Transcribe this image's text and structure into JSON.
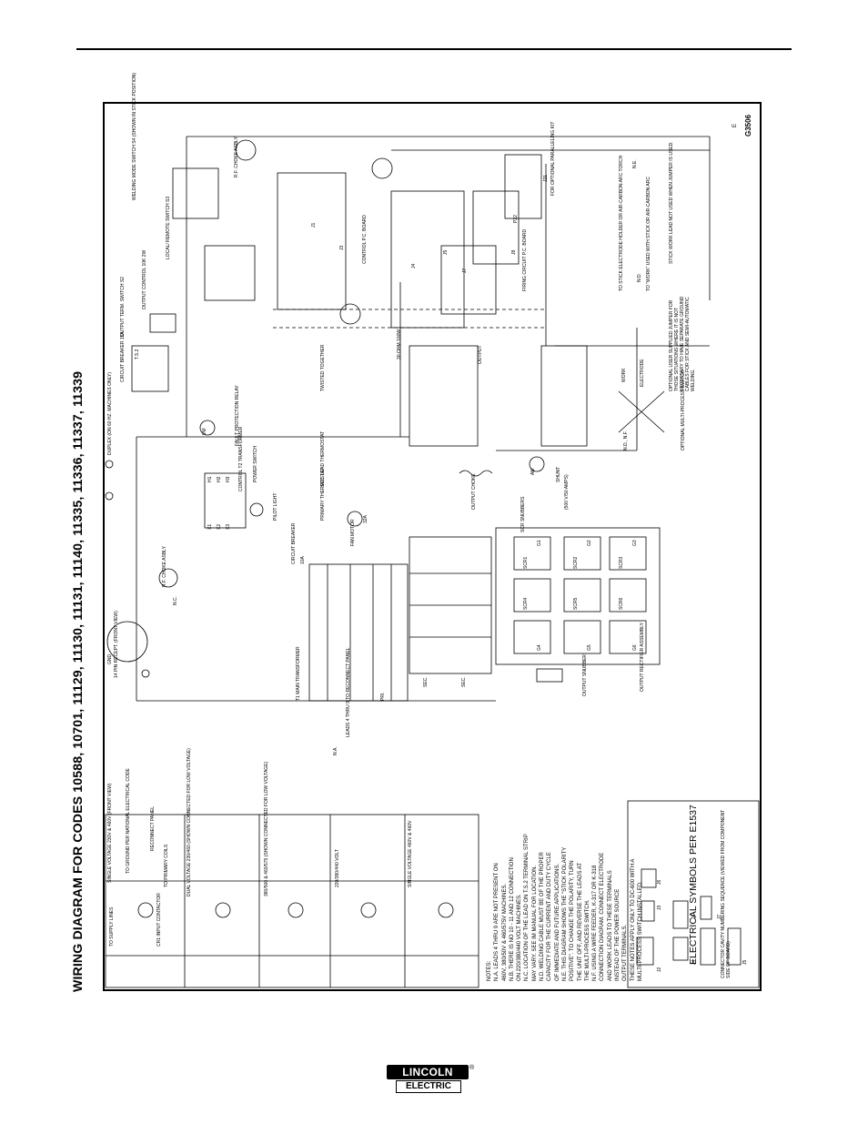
{
  "title": "WIRING DIAGRAM FOR CODES 10588, 10701, 11129, 11130, 11131, 11140, 11335, 11336, 11337, 11339",
  "drawing_number": "G3506",
  "revision": "E",
  "electrical_symbols": "ELECTRICAL SYMBOLS PER E1537",
  "notes": {
    "heading": "NOTES:",
    "items": [
      "N.A.  LEADS 4 THRU 9 ARE NOT PRESENT ON",
      "       460V, 380/50V & 460/575V MACHINES.",
      "N.B.  THERE IS NO 10 - 11 AND 12 CONNECTION",
      "       ON 220/380/440 VOLT MACHINES.",
      "N.C.  LOCATION OF THE LEAD ON T.S.2 TERMINAL STRIP",
      "       MAY VARY. SEE IM MANUAL FOR LOCATION.",
      "N.D.  WELDING CABLE MUST BE OF THE PROPER",
      "       CAPACITY FOR THE CURRENT AND DUTY CYCLE",
      "       OF IMMEDIATE AND FUTURE APPLICATIONS.",
      "N.E.  THIS DIAGRAM SHOWS THE \"STICK POLARITY",
      "       POSITIVE\". TO CHANGE THE POLARITY, TURN",
      "       THE UNIT OFF, AND REVERSE THE LEADS AT",
      "       THE MULTI-PROCESS SWITCH.",
      "N.F.  USING A WIRE FEEDER, K-317 OR K-318",
      "       CONNECTION DIAGRAM. CONNECT ELECTRODE",
      "       AND WORK LEADS TO THESE TERMINALS",
      "       INSTEAD OF THE POWER SOURCE",
      "       OUTPUT TERMINALS.",
      "THESE NOTES APPLY ONLY TO DC-600 WITH A",
      "MULTI-PROCESS SWITCH INSTALLED."
    ]
  },
  "connector_note": "CONNECTOR CAVITY NUMBERING SEQUENCE (VIEWED FROM COMPONENT SIDE OF BOARD)",
  "connector_labels": [
    "J2",
    "J3",
    "J6",
    "J4",
    "J1",
    "J7",
    "J5"
  ],
  "component_labels": [
    "14 PIN RECEPT. (FRONT VIEW)",
    "GND",
    "R.F. CHOKE ASBLY",
    "N.C.",
    "T1 MAIN TRANSFORMER",
    "LEADS 4 THRU 9 TO RECONNECT PANEL",
    "N.A.",
    "PRI.",
    "SEC.",
    "SEC.",
    "CIRCUIT BREAKER",
    "10A",
    "FAN MOTOR",
    "32A",
    "X1",
    "X2",
    "X3",
    "H1",
    "H2",
    "H3",
    "PILOT LIGHT",
    "PRIMARY THERMOSTAT",
    "CONTROL T2 TRANSFORMER",
    "POWER SWITCH",
    "SEC. LEAD THERMOSTAT",
    "FAULT PROTECTION RELAY",
    "DUPLEX (ON 60 HZ. MACHINES ONLY)",
    "CIRCUIT BREAKER 15A",
    "T.S.2",
    "OUTPUT TERM. SWITCH S2",
    "LOCAL/ REMOTE SWITCH S3",
    "OUTPUT CONTROL 10K 2W",
    "WELDING MODE SWITCH S4 (SHOWN IN STICK POSITION)",
    "R.F. CHOKE ASBLY",
    "CONTROL P.C. BOARD",
    "J1",
    "J3",
    "J4",
    "J5",
    "J7",
    "J8",
    "FIRING CIRCUIT P.C. BOARD",
    "J21",
    "P22",
    "FOR OPTIONAL PARALLELING KIT",
    "TWISTED TOGETHER",
    "OUTPUT",
    "30 OHM 100W",
    "OUTPUT CHOKE",
    "SCR SNUBBERS",
    "OUTPUT SNUBBER",
    "OUTPUT RECTIFIER ASSEMBLY",
    "SHUNT",
    "(500 V/50 AMPS)",
    "AM",
    "VM",
    "N.D., N.F.",
    "OPTIONAL MULTI-PROCESS SWITCH",
    "WORK",
    "ELECTRODE",
    "OPTIONAL USER SUPPLIED JUMPER FOR THOSE SITUATIONS WHERE IT IS NOT NECESSARY TO HAVE SEPARATE GROUND CABLES FOR STICK AND SEMI-AUTOMATIC WELDING.",
    "TO STICK ELECTRODE HOLDER OR AIR-CARBON ARC TORCH",
    "TO \"WORK\" USED WITH STICK OR AIR-CARBON ARC",
    "STICK WORK LEAD NOT USED WHEN JUMPER IS USED.",
    "N.E.",
    "N.D."
  ],
  "side_panel_labels": [
    "SINGLE VOLTAGE 230V & 460V (FRONT VIEW)",
    "TO SUPPLY LINES",
    "TO GROUND PER NATIONAL ELECTRICAL CODE",
    "RECONNECT PANEL",
    "TO PRIMARY COILS",
    "CR1 INPUT CONTACTOR",
    "DUAL VOLTAGE 230/460 (SHOWN CONNECTED FOR LOW VOLTAGE)",
    "380/500 & 460/575 (SHOWN CONNECTED FOR LOW VOLTAGE)",
    "220/380/440 VOLT",
    "SINGLE VOLTAGE 460V & 460V"
  ],
  "scr_labels": [
    "SCR1",
    "SCR2",
    "SCR3",
    "SCR4",
    "SCR5",
    "SCR6",
    "G1",
    "G2",
    "G3",
    "G4",
    "G5",
    "G6"
  ],
  "logo": {
    "top": "LINCOLN",
    "bottom": "ELECTRIC",
    "mark": "®"
  }
}
